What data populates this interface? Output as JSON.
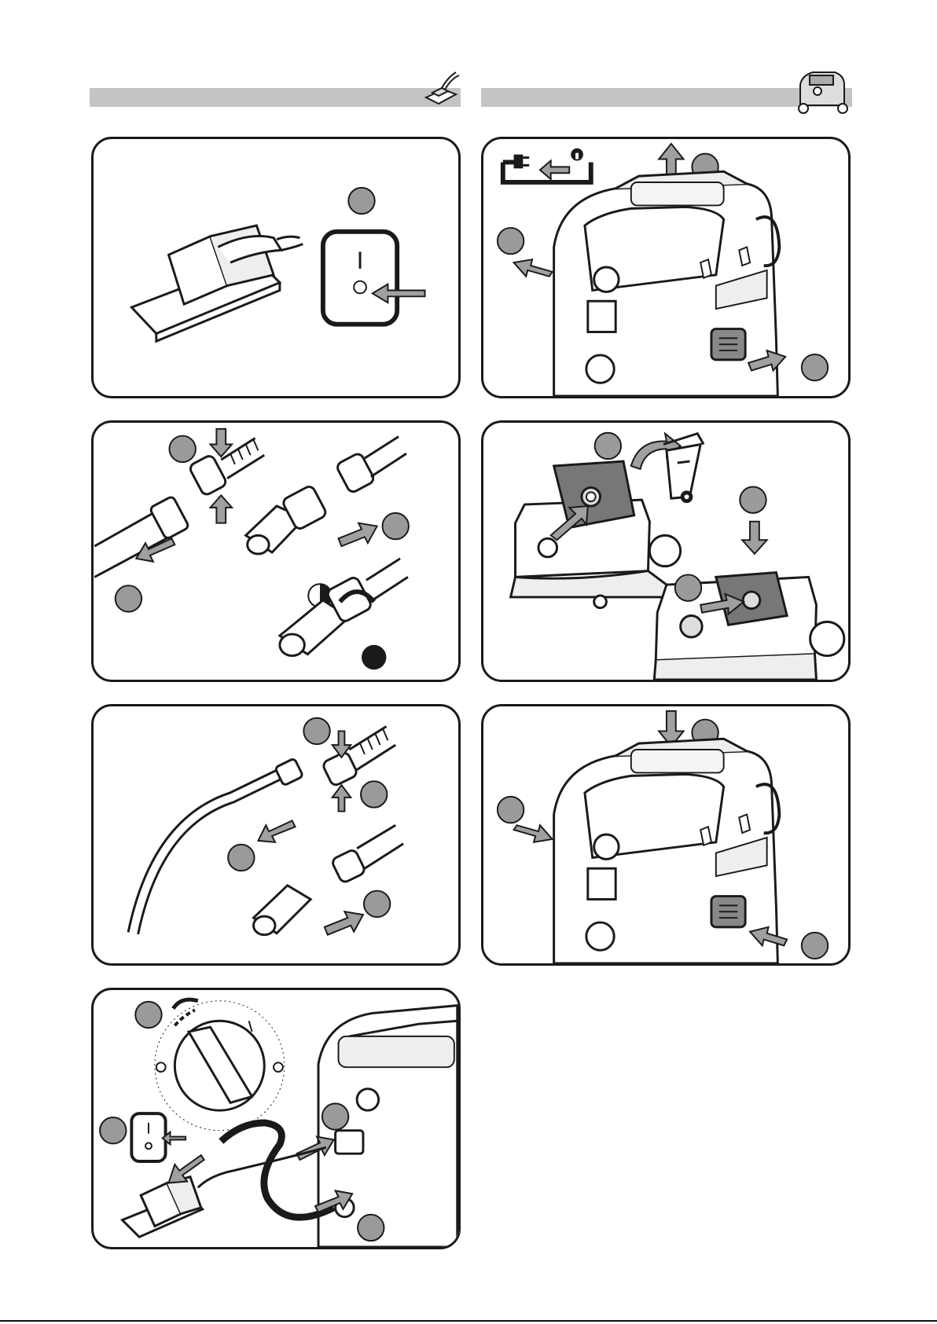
{
  "colors": {
    "header_bar": "#c4c4c4",
    "step_badge": "#9a9a9a",
    "arrow_fill": "#a0a0a0",
    "outline": "#1a1a1a"
  },
  "sections": {
    "left": {
      "icon": "sander-icon"
    },
    "right": {
      "icon": "vacuum-cleaner-icon"
    }
  },
  "panels": [
    {
      "id": "switch-tool-off",
      "icons": [
        "sander-icon",
        "power-switch-icon"
      ]
    },
    {
      "id": "attach-hose-adapter",
      "icons": [
        "hose-icon",
        "adapter-icon",
        "half-circle-icon",
        "filled-circle-icon"
      ]
    },
    {
      "id": "attach-suction-tube",
      "icons": [
        "suction-tube-icon",
        "hose-icon"
      ]
    },
    {
      "id": "connect-power-tool",
      "icons": [
        "rotary-dial-icon",
        "power-switch-icon",
        "socket-icon",
        "sander-icon"
      ]
    },
    {
      "id": "open-vacuum",
      "icons": [
        "unplug-icon",
        "vacuum-cleaner-icon"
      ]
    },
    {
      "id": "replace-filter-bag",
      "icons": [
        "filter-bag-icon",
        "trash-bin-icon"
      ]
    },
    {
      "id": "close-vacuum",
      "icons": [
        "vacuum-cleaner-icon"
      ]
    }
  ]
}
